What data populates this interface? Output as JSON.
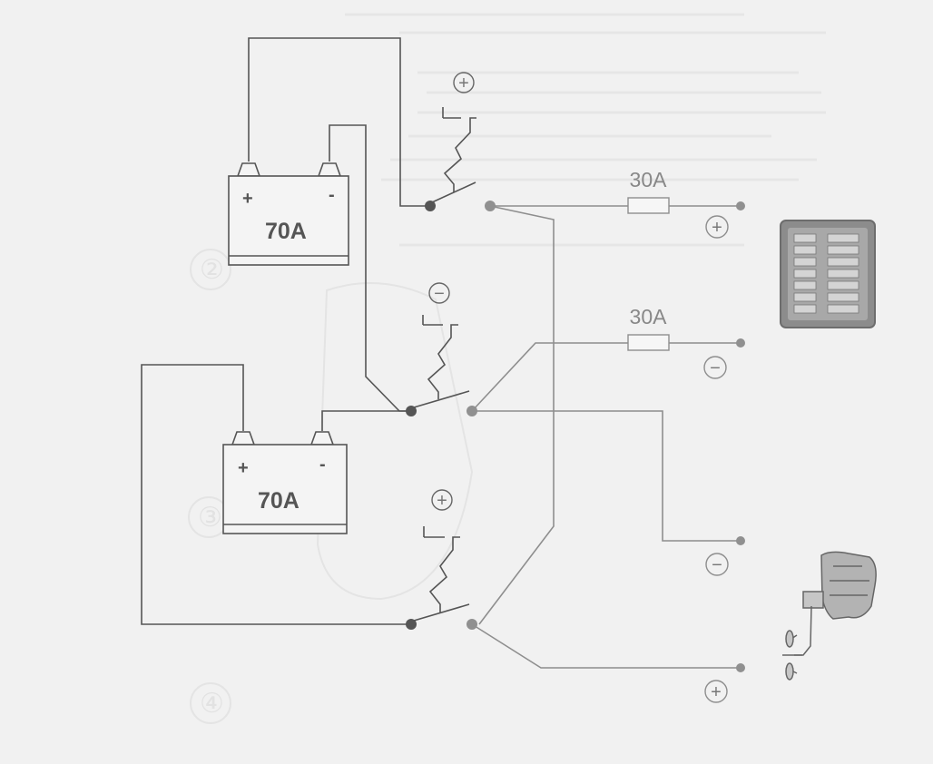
{
  "batteries": [
    {
      "capacity": "70A",
      "plus": "+",
      "minus": "-"
    },
    {
      "capacity": "70A",
      "plus": "+",
      "minus": "-"
    }
  ],
  "fuses": [
    {
      "rating": "30A"
    },
    {
      "rating": "30A"
    }
  ],
  "switch_signs": [
    "+",
    "−",
    "+"
  ],
  "output_signs": [
    "+",
    "−",
    "−",
    "+"
  ],
  "background_marks": [
    "②",
    "③",
    "④"
  ],
  "icons": {
    "top_load": "fuse-panel-icon",
    "bottom_load": "outboard-motor-icon"
  },
  "colors": {
    "background": "#f1f1f1",
    "wire_dark": "#555555",
    "wire_light": "#8e8e8e",
    "fuse_panel": "#8c8c8c"
  }
}
